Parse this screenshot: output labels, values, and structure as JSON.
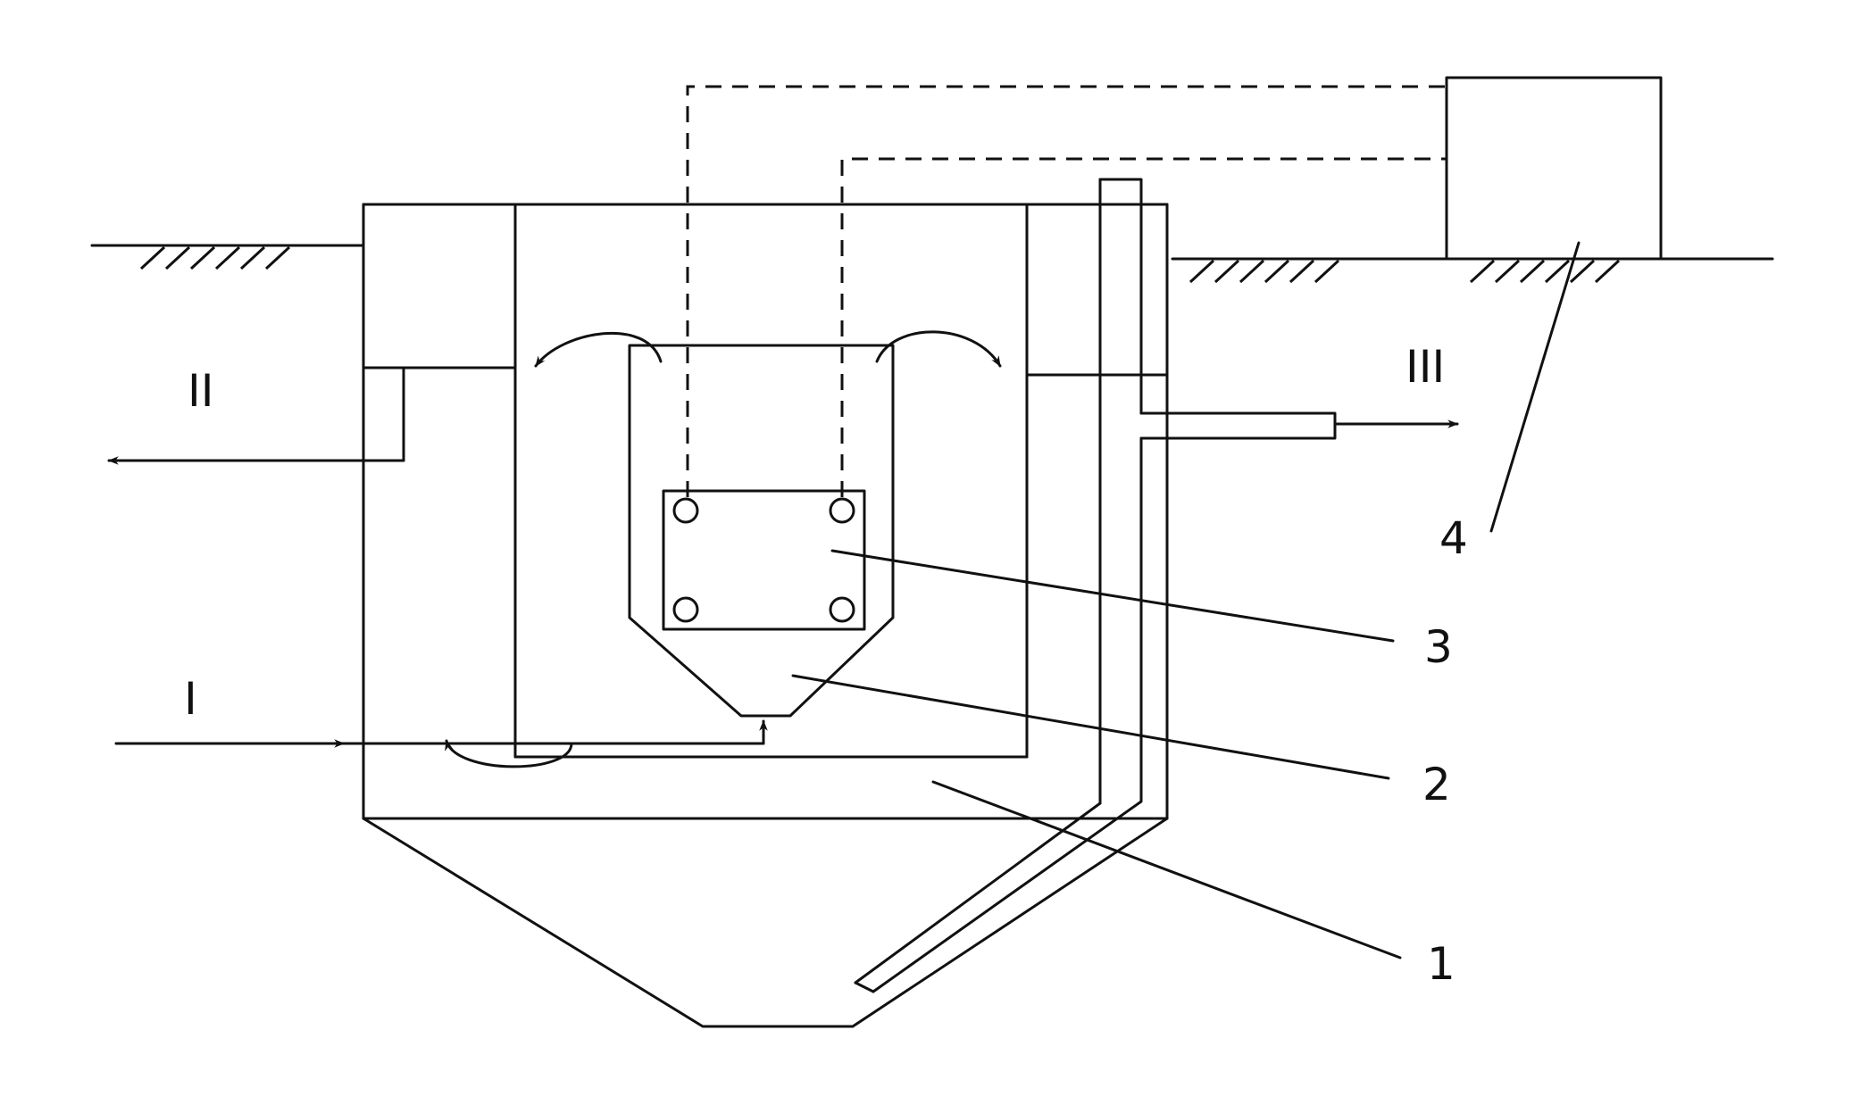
{
  "labels": {
    "stream_inlet": "I",
    "stream_outlet_left": "II",
    "stream_outlet_right": "III",
    "part_1": "1",
    "part_2": "2",
    "part_3": "3",
    "part_4": "4"
  },
  "colors": {
    "line": "#111111",
    "background": "#ffffff"
  }
}
